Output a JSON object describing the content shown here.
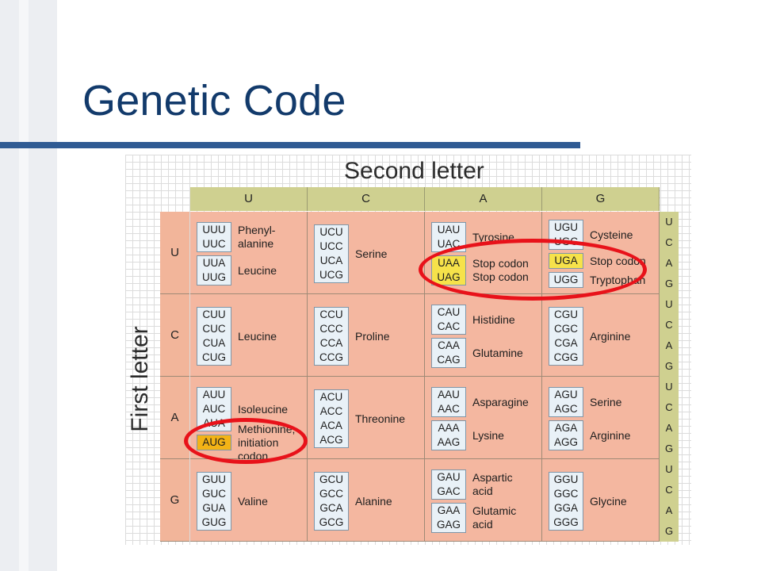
{
  "slide": {
    "title": "Genetic Code"
  },
  "table": {
    "second_letter_label": "Second letter",
    "first_letter_label": "First letter",
    "columns": [
      "U",
      "C",
      "A",
      "G"
    ],
    "rows": [
      "U",
      "C",
      "A",
      "G"
    ],
    "third_letters": [
      "U",
      "C",
      "A",
      "G"
    ],
    "cells": [
      [
        [
          {
            "codons": [
              "UUU",
              "UUC"
            ],
            "amino_acid": "Phenyl-\nalanine"
          },
          {
            "codons": [
              "UUA",
              "UUG"
            ],
            "amino_acid": "Leucine"
          }
        ],
        [
          {
            "codons": [
              "UCU",
              "UCC",
              "UCA",
              "UCG"
            ],
            "amino_acid": "Serine"
          }
        ],
        [
          {
            "codons": [
              "UAU",
              "UAC"
            ],
            "amino_acid": "Tyrosine"
          },
          {
            "codons": [
              "UAA",
              "UAG"
            ],
            "amino_acid": "Stop codon\nStop codon",
            "highlight": "stop"
          }
        ],
        [
          {
            "codons": [
              "UGU",
              "UGC"
            ],
            "amino_acid": "Cysteine"
          },
          {
            "codons": [
              "UGA"
            ],
            "amino_acid": "Stop codon",
            "highlight": "stop"
          },
          {
            "codons": [
              "UGG"
            ],
            "amino_acid": "Tryptophan"
          }
        ]
      ],
      [
        [
          {
            "codons": [
              "CUU",
              "CUC",
              "CUA",
              "CUG"
            ],
            "amino_acid": "Leucine"
          }
        ],
        [
          {
            "codons": [
              "CCU",
              "CCC",
              "CCA",
              "CCG"
            ],
            "amino_acid": "Proline"
          }
        ],
        [
          {
            "codons": [
              "CAU",
              "CAC"
            ],
            "amino_acid": "Histidine"
          },
          {
            "codons": [
              "CAA",
              "CAG"
            ],
            "amino_acid": "Glutamine"
          }
        ],
        [
          {
            "codons": [
              "CGU",
              "CGC",
              "CGA",
              "CGG"
            ],
            "amino_acid": "Arginine"
          }
        ]
      ],
      [
        [
          {
            "codons": [
              "AUU",
              "AUC",
              "AUA"
            ],
            "amino_acid": "Isoleucine"
          },
          {
            "codons": [
              "AUG"
            ],
            "amino_acid": "Methionine;\ninitiation\ncodon",
            "highlight": "start"
          }
        ],
        [
          {
            "codons": [
              "ACU",
              "ACC",
              "ACA",
              "ACG"
            ],
            "amino_acid": "Threonine"
          }
        ],
        [
          {
            "codons": [
              "AAU",
              "AAC"
            ],
            "amino_acid": "Asparagine"
          },
          {
            "codons": [
              "AAA",
              "AAG"
            ],
            "amino_acid": "Lysine"
          }
        ],
        [
          {
            "codons": [
              "AGU",
              "AGC"
            ],
            "amino_acid": "Serine"
          },
          {
            "codons": [
              "AGA",
              "AGG"
            ],
            "amino_acid": "Arginine"
          }
        ]
      ],
      [
        [
          {
            "codons": [
              "GUU",
              "GUC",
              "GUA",
              "GUG"
            ],
            "amino_acid": "Valine"
          }
        ],
        [
          {
            "codons": [
              "GCU",
              "GCC",
              "GCA",
              "GCG"
            ],
            "amino_acid": "Alanine"
          }
        ],
        [
          {
            "codons": [
              "GAU",
              "GAC"
            ],
            "amino_acid": "Aspartic\nacid"
          },
          {
            "codons": [
              "GAA",
              "GAG"
            ],
            "amino_acid": "Glutamic\nacid"
          }
        ],
        [
          {
            "codons": [
              "GGU",
              "GGC",
              "GGA",
              "GGG"
            ],
            "amino_acid": "Glycine"
          }
        ]
      ]
    ]
  },
  "colors": {
    "title": "#123a6b",
    "rule": "#305b93",
    "header_bg": "#cfd090",
    "cell_bg": "#f4b7a0",
    "codon_box_bg": "#e9f1f7",
    "stop_highlight": "#f6e24a",
    "start_highlight": "#f3b316",
    "ring": "#e8121a"
  },
  "annotations": [
    {
      "type": "ring",
      "target": "stop codons UAA UAG UGA"
    },
    {
      "type": "ring",
      "target": "start codon AUG"
    }
  ]
}
